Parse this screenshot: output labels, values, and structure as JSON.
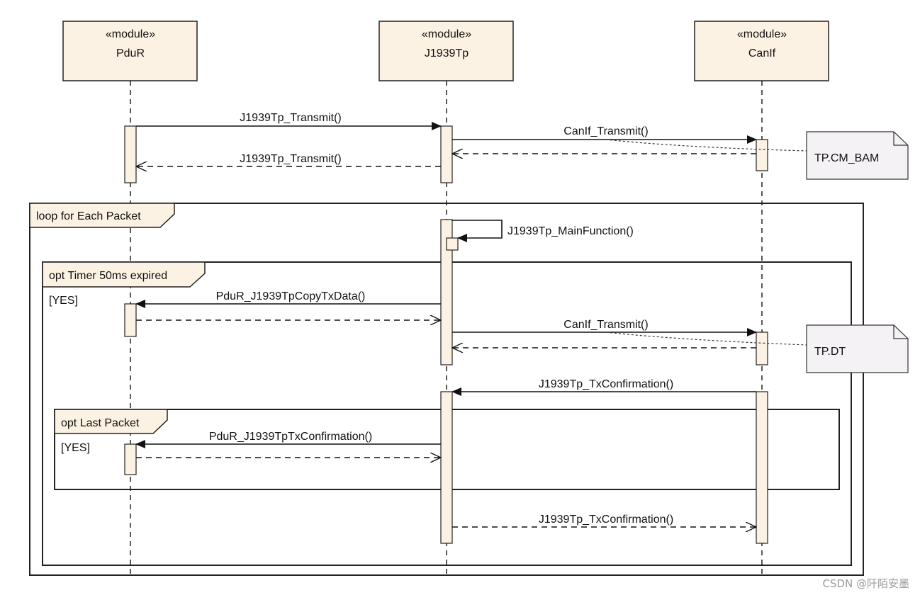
{
  "participants": [
    {
      "stereotype": "«module»",
      "name": "PduR"
    },
    {
      "stereotype": "«module»",
      "name": "J1939Tp"
    },
    {
      "stereotype": "«module»",
      "name": "CanIf"
    }
  ],
  "messages": {
    "m1": "J1939Tp_Transmit()",
    "m2": "CanIf_Transmit()",
    "m3": "J1939Tp_Transmit()",
    "m4": "J1939Tp_MainFunction()",
    "m5": "PduR_J1939TpCopyTxData()",
    "m6": "CanIf_Transmit()",
    "m7": "J1939Tp_TxConfirmation()",
    "m8": "PduR_J1939TpTxConfirmation()",
    "m9": "J1939Tp_TxConfirmation()"
  },
  "fragments": {
    "loop": "loop for Each Packet",
    "opt1": "opt Timer 50ms expired",
    "opt1_guard": "[YES]",
    "opt2": "opt Last Packet",
    "opt2_guard": "[YES]"
  },
  "notes": {
    "n1": "TP.CM_BAM",
    "n2": "TP.DT"
  },
  "watermark": "CSDN @阡陌安墨"
}
